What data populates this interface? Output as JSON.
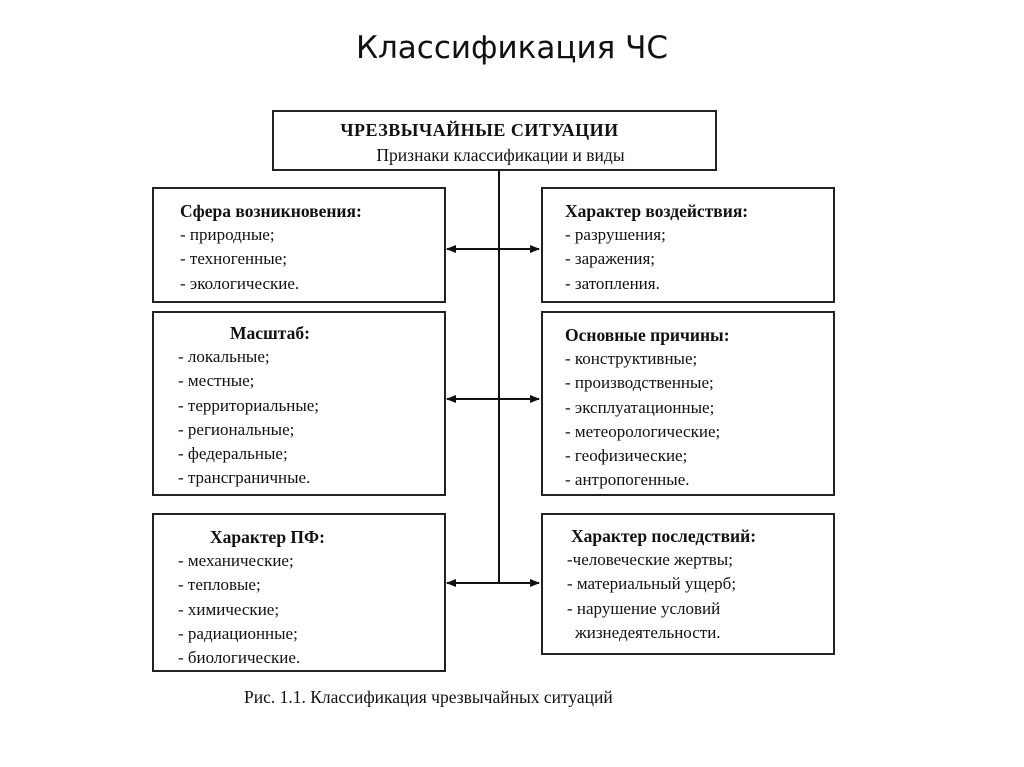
{
  "title": "Классификация ЧС",
  "root": {
    "line1": "ЧРЕЗВЫЧАЙНЫЕ СИТУАЦИИ",
    "line2": "Признаки классификации и виды"
  },
  "left": [
    {
      "head": "Сфера возникновения:",
      "items": [
        "- природные;",
        "- техногенные;",
        "- экологические."
      ]
    },
    {
      "head": "Масштаб:",
      "items": [
        "- локальные;",
        "- местные;",
        "- территориальные;",
        "- региональные;",
        "- федеральные;",
        "- трансграничные."
      ]
    },
    {
      "head": "Характер ПФ:",
      "items": [
        "- механические;",
        "- тепловые;",
        "- химические;",
        "- радиационные;",
        "- биологические."
      ]
    }
  ],
  "right": [
    {
      "head": "Характер воздействия:",
      "items": [
        "- разрушения;",
        "- заражения;",
        "- затопления."
      ]
    },
    {
      "head": "Основные причины:",
      "items": [
        "- конструктивные;",
        "- производственные;",
        "- эксплуатационные;",
        "- метеорологические;",
        "- геофизические;",
        "- антропогенные."
      ]
    },
    {
      "head": "Характер последствий:",
      "items": [
        "-человеческие жертвы;",
        "- материальный ущерб;",
        "- нарушение условий",
        "жизнедеятельности."
      ]
    }
  ],
  "caption": "Рис. 1.1. Классификация чрезвычайных ситуаций"
}
